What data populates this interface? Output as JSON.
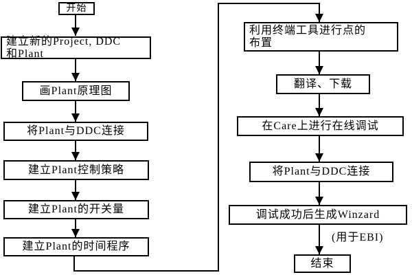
{
  "flowchart": {
    "background_color": "#ffffff",
    "line_color": "#000000",
    "left_column": [
      {
        "id": "start",
        "label": "开始"
      },
      {
        "id": "create-project",
        "lines": [
          "建立新的Project, DDC",
          "和Plant"
        ]
      },
      {
        "id": "draw-plant-diagram",
        "label": "画Plant原理图"
      },
      {
        "id": "connect-plant-ddc",
        "label": "将Plant与DDC连接"
      },
      {
        "id": "create-control-strategy",
        "label": "建立Plant控制策略"
      },
      {
        "id": "create-switch-values",
        "label": "建立Plant的开关量"
      },
      {
        "id": "create-time-program",
        "label": "建立Plant的时间程序"
      }
    ],
    "right_column": [
      {
        "id": "terminal-point-layout",
        "lines": [
          "利用终端工具进行点的",
          "布置"
        ]
      },
      {
        "id": "translate-download",
        "label": "翻译、下载"
      },
      {
        "id": "online-debug-care",
        "label": "在Care上进行在线调试"
      },
      {
        "id": "connect-plant-ddc-2",
        "label": "将Plant与DDC连接"
      },
      {
        "id": "generate-winzard",
        "label": "调试成功后生成Winzard"
      },
      {
        "id": "end",
        "label": "结束"
      }
    ],
    "annotation": "(用于EBI)"
  }
}
